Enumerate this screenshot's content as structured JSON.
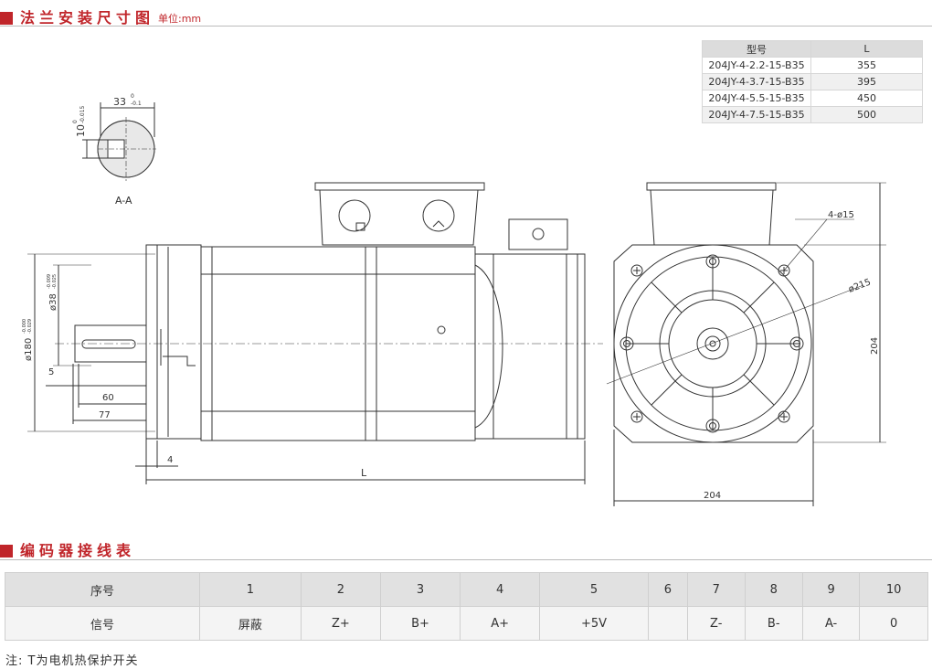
{
  "section1": {
    "title": "法兰安装尺寸图",
    "unit": "单位:mm"
  },
  "model_table": {
    "headers": [
      "型号",
      "L"
    ],
    "rows": [
      [
        "204JY-4-2.2-15-B35",
        "355"
      ],
      [
        "204JY-4-3.7-15-B35",
        "395"
      ],
      [
        "204JY-4-5.5-15-B35",
        "450"
      ],
      [
        "204JY-4-7.5-15-B35",
        "500"
      ]
    ]
  },
  "drawing": {
    "section_label": "A-A",
    "dim_33": "33",
    "dim_33_tol_upper": "0",
    "dim_33_tol_lower": "-0.1",
    "dim_10": "10",
    "dim_10_tol_upper": "0",
    "dim_10_tol_lower": "-0.015",
    "dim_shaft_dia": "ø38",
    "dim_shaft_tol_upper": "-0.009",
    "dim_shaft_tol_lower": "-0.025",
    "dim_spigot_dia": "ø180",
    "dim_spigot_tol_upper": "-0.000",
    "dim_spigot_tol_lower": "-0.029",
    "dim_5": "5",
    "dim_60": "60",
    "dim_77": "77",
    "dim_4": "4",
    "dim_L": "L",
    "dim_holes": "4-ø15",
    "dim_pcd": "ø215",
    "dim_204_v": "204",
    "dim_204_h": "204"
  },
  "section2": {
    "title": "编码器接线表"
  },
  "encoder_table": {
    "row1_label": "序号",
    "numbers": [
      "1",
      "2",
      "3",
      "4",
      "5",
      "6",
      "7",
      "8",
      "9",
      "10"
    ],
    "row2_label": "信号",
    "signals": [
      "屏蔽",
      "Z+",
      "B+",
      "A+",
      "+5V",
      "",
      "Z-",
      "B-",
      "A-",
      "0"
    ]
  },
  "note": "注: T为电机热保护开关"
}
